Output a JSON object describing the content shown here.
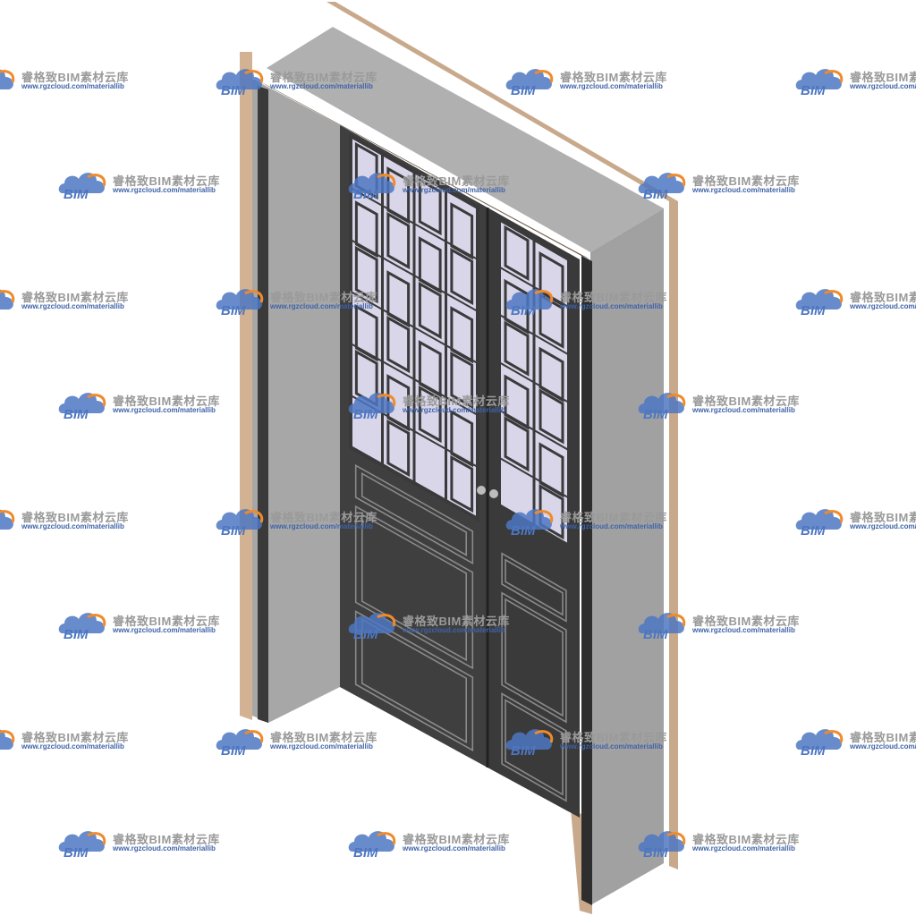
{
  "scene": {
    "subject": "door-model",
    "colors": {
      "frame_wood": "#c9a98c",
      "frame_wood_dark": "#8c6f58",
      "lintel_top": "#b2b2b2",
      "reveal_grey": "#a7a7a7",
      "reveal_right": "#9e9e9e",
      "door_dark": "#3d3d3d",
      "door_panel_line": "#8a8a8a",
      "glass": "#d9d6ea",
      "lattice": "#3a3a3a"
    }
  },
  "watermark": {
    "title": "睿格致BIM素材云库",
    "url": "www.rgzcloud.com/materiallib",
    "logo_text": "BIM",
    "logo_icon": "cloud-icon",
    "colors": {
      "cloud": "#4d77c2",
      "swoosh": "#f08a2b",
      "text": "#9a9a9a"
    }
  }
}
